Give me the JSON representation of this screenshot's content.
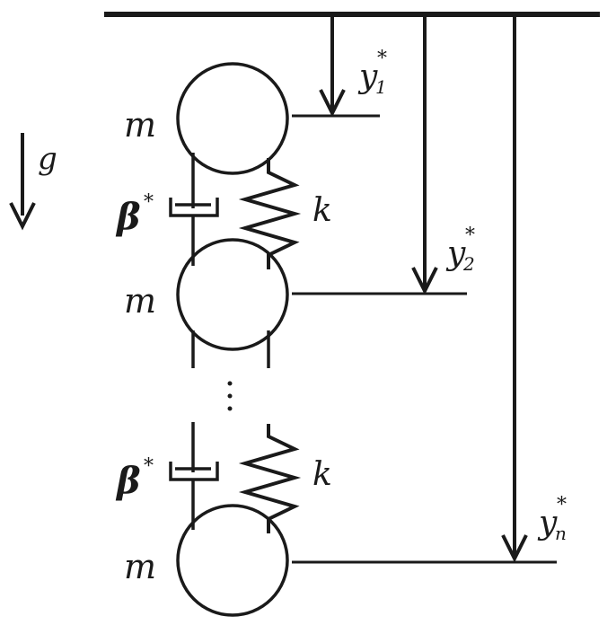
{
  "labels": {
    "mass": "m",
    "gravity": "g",
    "spring": "k",
    "damper": "β",
    "star": "*",
    "disp_var": "y",
    "sub_1": "1",
    "sub_2": "2",
    "sub_n": "n",
    "ellipsis": "⋮"
  },
  "colors": {
    "ink": "#1a1a1a",
    "background": "#ffffff"
  }
}
